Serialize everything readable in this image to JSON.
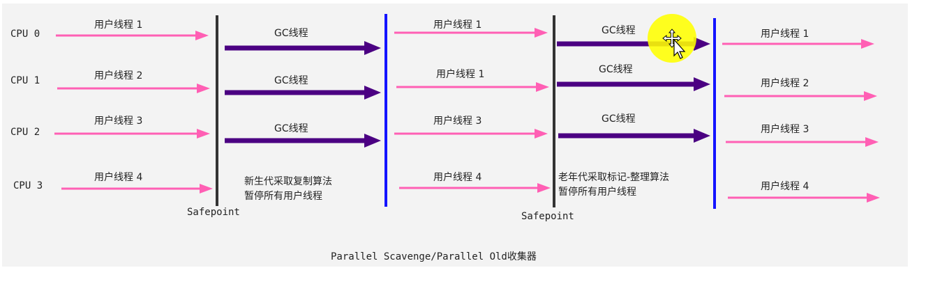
{
  "colors": {
    "background": "#f3f3f3",
    "user_arrow": "#ff5fb4",
    "gc_arrow": "#4b0082",
    "safepoint_line": "#333333",
    "phase_end_line": "#1414ff",
    "cursor_highlight": "#ffff00"
  },
  "cpus": [
    "CPU 0",
    "CPU 1",
    "CPU 2",
    "CPU 3"
  ],
  "phase1_user_threads": [
    "用户线程 1",
    "用户线程 2",
    "用户线程 3",
    "用户线程 4"
  ],
  "gc_threads_young": [
    "GC线程",
    "GC线程",
    "GC线程"
  ],
  "young_note": [
    "新生代采取复制算法",
    "暂停所有用户线程"
  ],
  "safepoint_label_1": "Safepoint",
  "phase2_user_threads": [
    "用户线程 1",
    "用户线程 1",
    "用户线程 3",
    "用户线程 4"
  ],
  "gc_threads_old": [
    "GC线程",
    "GC线程",
    "GC线程"
  ],
  "old_note": [
    "老年代采取标记-整理算法",
    "暂停所有用户线程"
  ],
  "safepoint_label_2": "Safepoint",
  "phase3_user_threads": [
    "用户线程 1",
    "用户线程 2",
    "用户线程 3",
    "用户线程 4"
  ],
  "caption": "Parallel Scavenge/Parallel Old收集器",
  "icons": {
    "cursor": "move-cursor-icon"
  }
}
